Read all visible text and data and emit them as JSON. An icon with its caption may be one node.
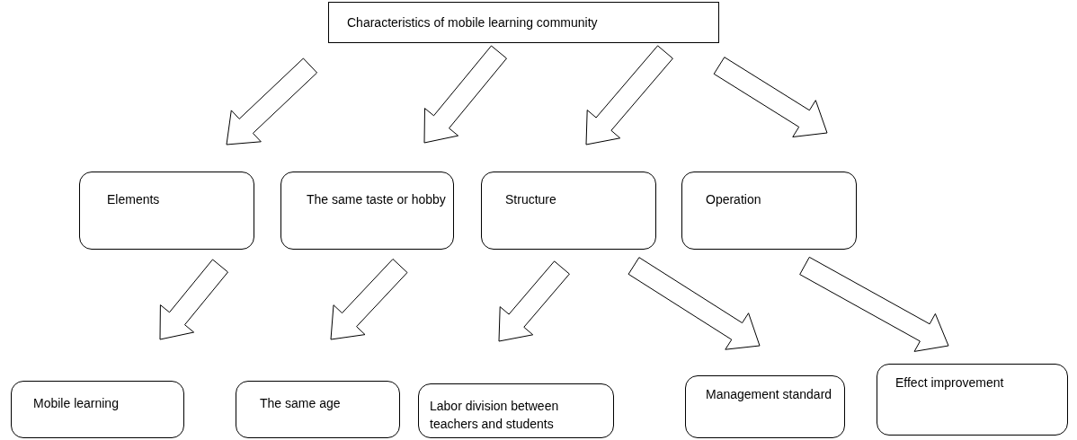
{
  "diagram": {
    "nodes": [
      {
        "text": [
          "Characteristics of mobile learning community"
        ]
      },
      {
        "text": [
          "Elements"
        ]
      },
      {
        "text": [
          "The same taste or hobby"
        ]
      },
      {
        "text": [
          "Structure"
        ]
      },
      {
        "text": [
          "Operation"
        ]
      },
      {
        "text": [
          "Mobile learning"
        ]
      },
      {
        "text": [
          "The same age"
        ]
      },
      {
        "text": [
          "Labor division between teachers and students"
        ]
      },
      {
        "text": [
          "Management standard"
        ]
      },
      {
        "text": [
          "Effect improvement"
        ]
      }
    ],
    "edges": [
      {
        "from": 0,
        "to": 1,
        "arrow": "to"
      },
      {
        "from": 0,
        "to": 2,
        "arrow": "to"
      },
      {
        "from": 0,
        "to": 3,
        "arrow": "to"
      },
      {
        "from": 0,
        "to": 4,
        "arrow": "to"
      },
      {
        "from": 1,
        "to": 5,
        "arrow": "to"
      },
      {
        "from": 2,
        "to": 6,
        "arrow": "to"
      },
      {
        "from": 3,
        "to": 7,
        "arrow": "to"
      },
      {
        "from": 3,
        "to": 8,
        "arrow": "to"
      },
      {
        "from": 4,
        "to": 9,
        "arrow": "to"
      }
    ]
  }
}
